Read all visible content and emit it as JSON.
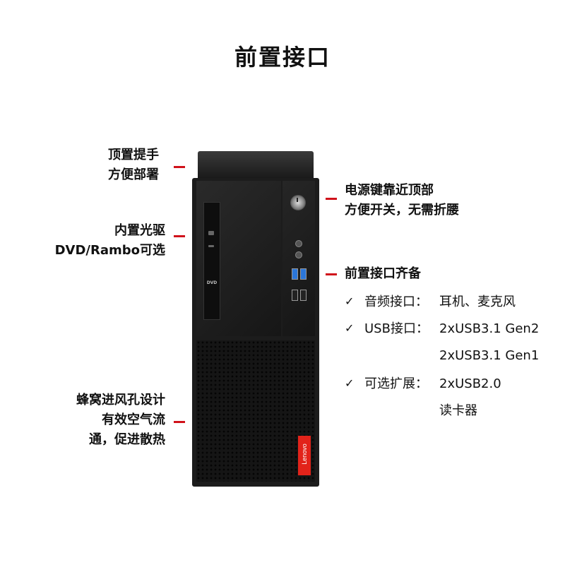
{
  "title": "前置接口",
  "left_callouts": {
    "top_handle": [
      "顶置提手",
      "方便部署"
    ],
    "optical_drive": [
      "内置光驱",
      "DVD/Rambo可选"
    ],
    "vents": [
      "蜂窝进风孔设计",
      "有效空气流",
      "通，促进散热"
    ]
  },
  "right_callouts": {
    "power": [
      "电源键靠近顶部",
      "方便开关，无需折腰"
    ],
    "ports_heading": "前置接口齐备"
  },
  "specs": [
    {
      "check": "✓",
      "label": "音频接口：",
      "values": [
        "耳机、麦克风"
      ]
    },
    {
      "check": "✓",
      "label": "USB接口：",
      "values": [
        "2xUSB3.1 Gen2",
        "2xUSB3.1 Gen1"
      ]
    },
    {
      "check": "✓",
      "label": "可选扩展：",
      "values": [
        "2xUSB2.0",
        "读卡器"
      ]
    }
  ],
  "product": {
    "brand_label": "Lenovo",
    "dvd_mark": "DVD",
    "accent_color": "#d0121b",
    "brand_color": "#e2231a"
  }
}
